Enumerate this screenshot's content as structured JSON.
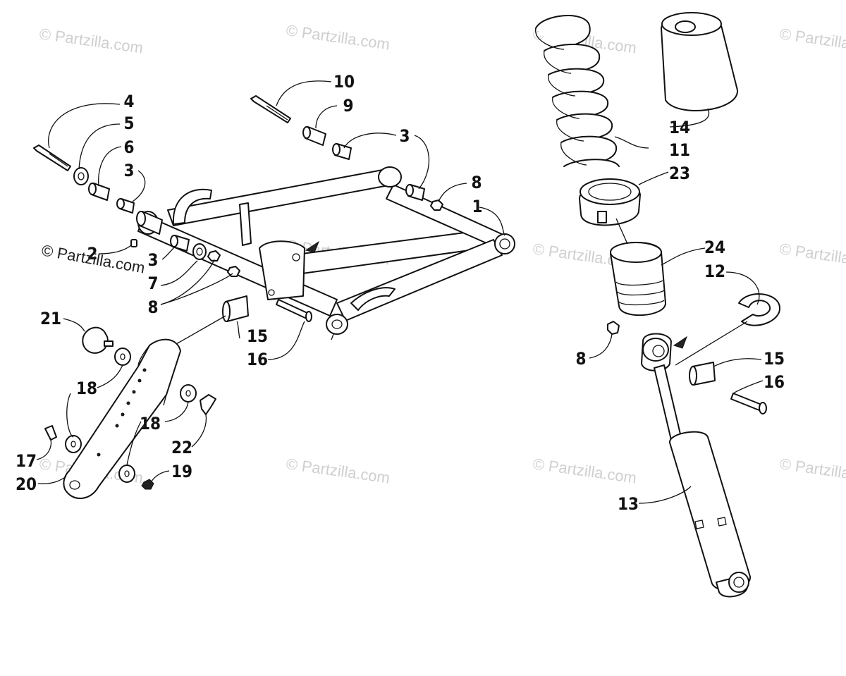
{
  "watermarks": {
    "brand": "© Partzilla.com",
    "overlay": "© Partzilla.com"
  },
  "callouts": {
    "c1": "1",
    "c2": "2",
    "c3a": "3",
    "c3b": "3",
    "c3c": "3",
    "c4": "4",
    "c5": "5",
    "c6": "6",
    "c7": "7",
    "c8a": "8",
    "c8b": "8",
    "c8c": "8",
    "c9": "9",
    "c10": "10",
    "c11": "11",
    "c12": "12",
    "c13": "13",
    "c14": "14",
    "c15a": "15",
    "c15b": "15",
    "c16a": "16",
    "c16b": "16",
    "c17": "17",
    "c18a": "18",
    "c18b": "18",
    "c19": "19",
    "c20": "20",
    "c21": "21",
    "c22": "22",
    "c23": "23",
    "c24": "24"
  }
}
